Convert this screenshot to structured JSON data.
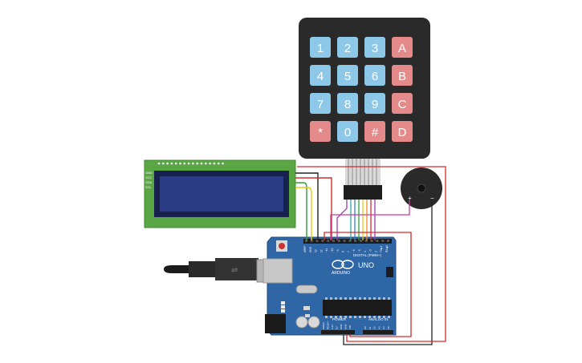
{
  "keypad": {
    "rows": [
      [
        "1",
        "2",
        "3",
        "A"
      ],
      [
        "4",
        "5",
        "6",
        "B"
      ],
      [
        "7",
        "8",
        "9",
        "C"
      ],
      [
        "*",
        "0",
        "#",
        "D"
      ]
    ]
  },
  "lcd": {
    "pin_labels": [
      "GND",
      "VCC",
      "SDA",
      "SCL"
    ]
  },
  "arduino": {
    "brand": "ARDUINO",
    "model": "UNO",
    "digital_header": "DIGITAL (PWM~)",
    "power_label": "POWER",
    "analog_label": "ANALOG IN",
    "digital_pins": [
      "AREF",
      "GND",
      "13",
      "12",
      "~11",
      "~10",
      "~9",
      "8",
      "7",
      "~6",
      "~5",
      "4",
      "~3",
      "2",
      "TX▶1",
      "RX◀0"
    ],
    "power_pins": [
      "IOREF",
      "RESET",
      "3.3V",
      "5V",
      "GND",
      "GND",
      "VIN"
    ],
    "analog_pins": [
      "A0",
      "A1",
      "A2",
      "A3",
      "A4",
      "A5"
    ]
  },
  "buzzer": {
    "plus": "+",
    "minus": "−"
  },
  "colors": {
    "keypad_body": "#2a2a2a",
    "key_blue": "#8ec8e8",
    "key_red": "#e58a8a",
    "lcd_board": "#5aa644",
    "lcd_screen": "#1f2f6b",
    "arduino_board": "#2f66a6",
    "wire_red": "#d62a2a",
    "wire_black": "#222222",
    "wire_yellow": "#e8c81a",
    "wire_green": "#2e9e3a",
    "wire_orange": "#f08a1a",
    "wire_blue": "#2e7fd6",
    "wire_purple": "#a23ab8",
    "wire_teal": "#2fa6a0",
    "wire_magenta": "#c83c9a"
  }
}
